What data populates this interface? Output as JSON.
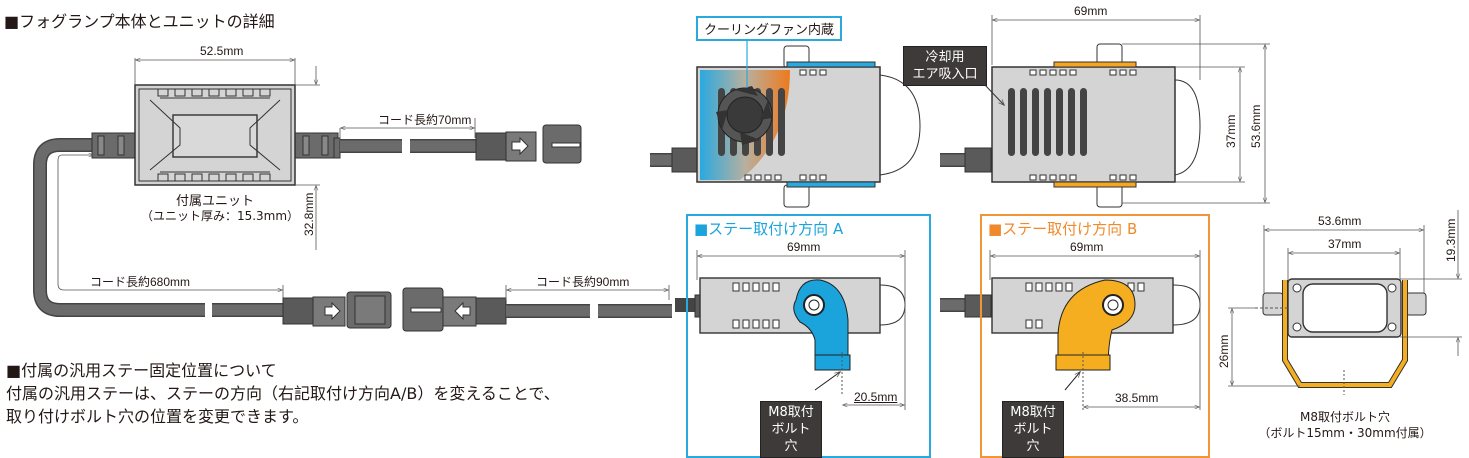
{
  "title": "■フォグランプ本体とユニットの詳細",
  "colors": {
    "blue_accent": "#2aa9df",
    "orange_accent": "#f19637",
    "body_gray": "#d4d4d4",
    "cable_gray": "#6b6b6b",
    "dark_label": "#3e3a39"
  },
  "unit": {
    "width_dim": "52.5mm",
    "height_dim": "32.8mm",
    "label": "付属ユニット",
    "sublabel": "（ユニット厚み：15.3mm）"
  },
  "cords": {
    "cord_70": "コード長約70mm",
    "cord_680": "コード長約680mm",
    "cord_90": "コード長約90mm"
  },
  "lamp_views": {
    "fan_callout": "クーリングファン内蔵",
    "air_intake_callout_line1": "冷却用",
    "air_intake_callout_line2": "エア吸入口",
    "length_dim": "69mm",
    "body_height_dim": "37mm",
    "total_height_dim": "53.6mm"
  },
  "mount_a": {
    "title": "■ステー取付け方向 A",
    "length_dim": "69mm",
    "offset_dim": "20.5mm",
    "bolt_label_line1": "M8取付",
    "bolt_label_line2": "ボルト穴"
  },
  "mount_b": {
    "title": "■ステー取付け方向 B",
    "length_dim": "69mm",
    "offset_dim": "38.5mm",
    "bolt_label_line1": "M8取付",
    "bolt_label_line2": "ボルト穴"
  },
  "front_view": {
    "outer_width_dim": "53.6mm",
    "inner_width_dim": "37mm",
    "top_offset_dim": "19.3mm",
    "bottom_offset_dim": "26mm",
    "label": "M8取付ボルト穴",
    "sublabel": "（ボルト15mm・30mm付属）"
  },
  "stay_section": {
    "heading": "■付属の汎用ステー固定位置について",
    "line1": "付属の汎用ステーは、ステーの方向（右記取付け方向A/B）を変えることで、",
    "line2": "取り付けボルト穴の位置を変更できます。"
  }
}
